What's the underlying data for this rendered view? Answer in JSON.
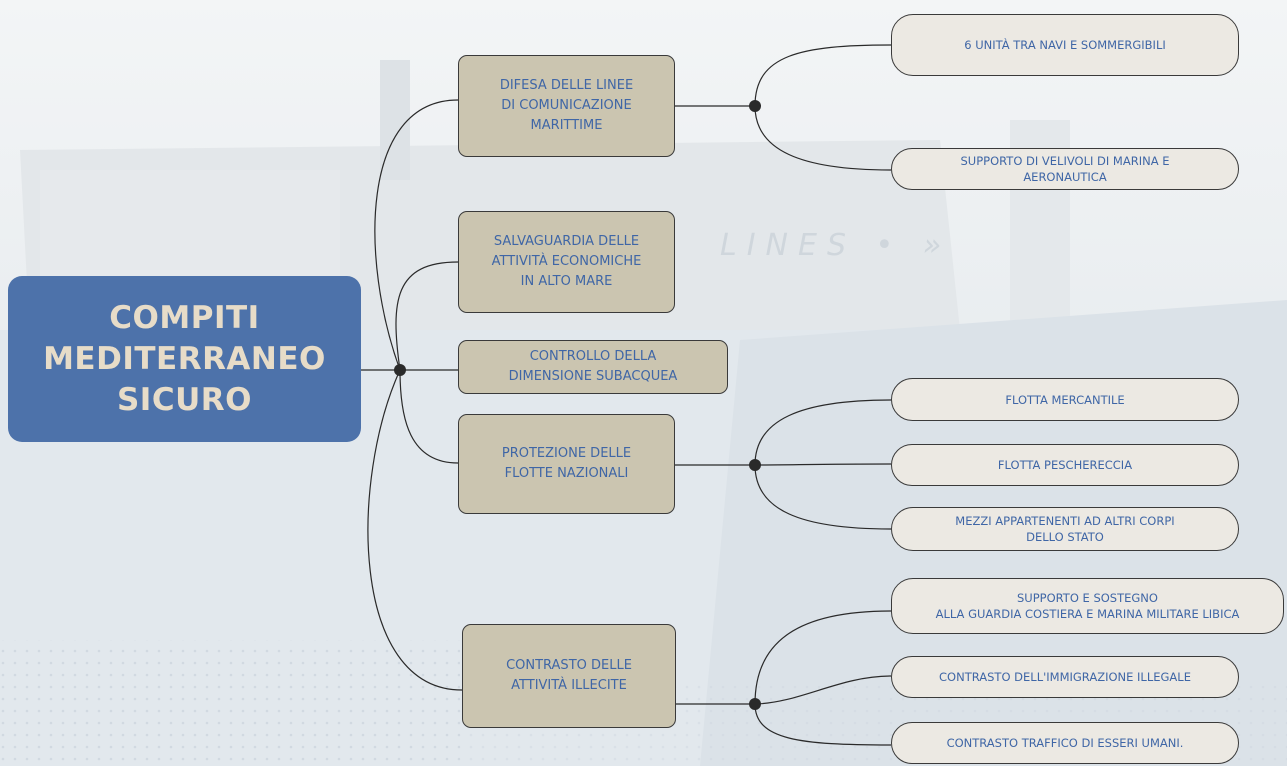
{
  "diagram": {
    "root": {
      "label": "COMPITI\nMEDITERRANEO\nSICURO"
    },
    "branches": [
      {
        "label": "DIFESA DELLE LINEE\nDI COMUNICAZIONE\nMARITTIME",
        "children": [
          "6 UNITÀ TRA NAVI E SOMMERGIBILI",
          "SUPPORTO DI VELIVOLI DI  MARINA E\nAERONAUTICA"
        ]
      },
      {
        "label": "SALVAGUARDIA DELLE\nATTIVITÀ ECONOMICHE\nIN ALTO MARE",
        "children": []
      },
      {
        "label": "CONTROLLO DELLA\nDIMENSIONE SUBACQUEA",
        "children": []
      },
      {
        "label": "PROTEZIONE DELLE\nFLOTTE NAZIONALI",
        "children": [
          "FLOTTA MERCANTILE",
          "FLOTTA PESCHERECCIA",
          "MEZZI APPARTENENTI AD ALTRI CORPI\nDELLO STATO"
        ]
      },
      {
        "label": "CONTRASTO DELLE\nATTIVITÀ ILLECITE",
        "children": [
          "SUPPORTO E SOSTEGNO\nALLA GUARDIA COSTIERA E MARINA MILITARE LIBICA",
          "CONTRASTO DELL'IMMIGRAZIONE ILLEGALE",
          "CONTRASTO TRAFFICO DI ESSERI UMANI."
        ]
      }
    ]
  },
  "colors": {
    "root_fill": "#4d72aa",
    "root_text": "#e7dcc8",
    "branch_fill": "#cbc5b0",
    "leaf_fill": "#ece9e3",
    "node_text": "#3f66a6",
    "connector": "#2a2a2a"
  },
  "background": {
    "watermark_text": "LINES • »"
  }
}
